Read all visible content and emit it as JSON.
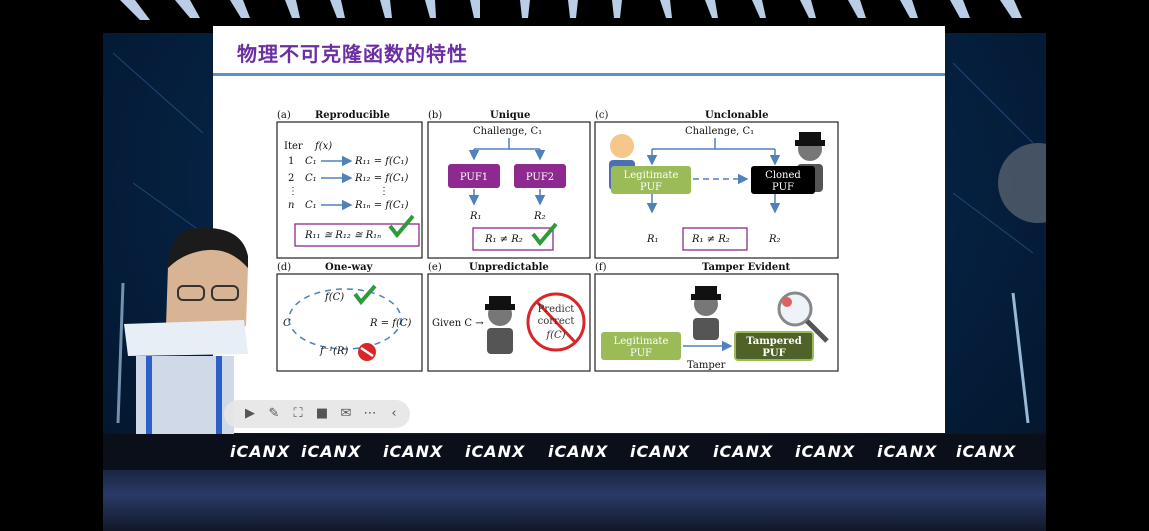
{
  "slide": {
    "title": "物理不可克隆函数的特性"
  },
  "figure": {
    "panels": [
      {
        "tag": "(a)",
        "title": "Reproducible"
      },
      {
        "tag": "(b)",
        "title": "Unique"
      },
      {
        "tag": "(c)",
        "title": "Unclonable"
      },
      {
        "tag": "(d)",
        "title": "One-way"
      },
      {
        "tag": "(e)",
        "title": "Unpredictable"
      },
      {
        "tag": "(f)",
        "title": "Tamper Evident"
      }
    ],
    "a": {
      "iter_label": "Iter",
      "fx_label": "f(x)",
      "rows": [
        {
          "i": "1",
          "c": "C₁",
          "r": "R₁₁ = f(C₁)"
        },
        {
          "i": "2",
          "c": "C₁",
          "r": "R₁₂ = f(C₁)"
        },
        {
          "i": "⋮",
          "c": "",
          "r": "⋮"
        },
        {
          "i": "n",
          "c": "C₁",
          "r": "R₁ₙ = f(C₁)"
        }
      ],
      "result": "R₁₁ ≅ R₁₂ ≅ R₁ₙ"
    },
    "b": {
      "challenge": "Challenge, C₁",
      "puf1": "PUF1",
      "puf2": "PUF2",
      "r1": "R₁",
      "r2": "R₂",
      "result": "R₁ ≠ R₂"
    },
    "c": {
      "challenge": "Challenge, C₁",
      "legit_line1": "Legitimate",
      "legit_line2": "PUF",
      "cloned_line1": "Cloned",
      "cloned_line2": "PUF",
      "r1": "R₁",
      "r2": "R₂",
      "result": "R₁ ≠ R₂"
    },
    "d": {
      "top": "f(C)",
      "left": "C",
      "right": "R = f(C)",
      "bottom": "f⁻¹(R)"
    },
    "e": {
      "given": "Given C →",
      "stamp_line1": "Predict",
      "stamp_line2": "correct",
      "stamp_line3": "f(C)"
    },
    "f": {
      "legit_line1": "Legitimate",
      "legit_line2": "PUF",
      "tampered_line1": "Tampered",
      "tampered_line2": "PUF",
      "tamper": "Tamper"
    }
  },
  "toolbar": {
    "icons": [
      "play-icon",
      "pen-icon",
      "screenshot-icon",
      "camera-icon",
      "comment-icon",
      "more-icon",
      "collapse-icon"
    ]
  },
  "banner": {
    "brand": [
      "iCANX",
      "iCANX",
      "iCANX",
      "iCANX",
      "iCANX",
      "iCANX",
      "iCANX",
      "iCANX",
      "iCANX",
      "iCANX"
    ]
  },
  "colors": {
    "title": "#6b2fa3",
    "puf_purple": "#8e2a8f",
    "legit_green": "#9bbb59",
    "tampered_green": "#4f6228",
    "arrow_blue": "#4f81bd",
    "check_green": "#2e9b3a",
    "stop_red": "#d9262a"
  }
}
